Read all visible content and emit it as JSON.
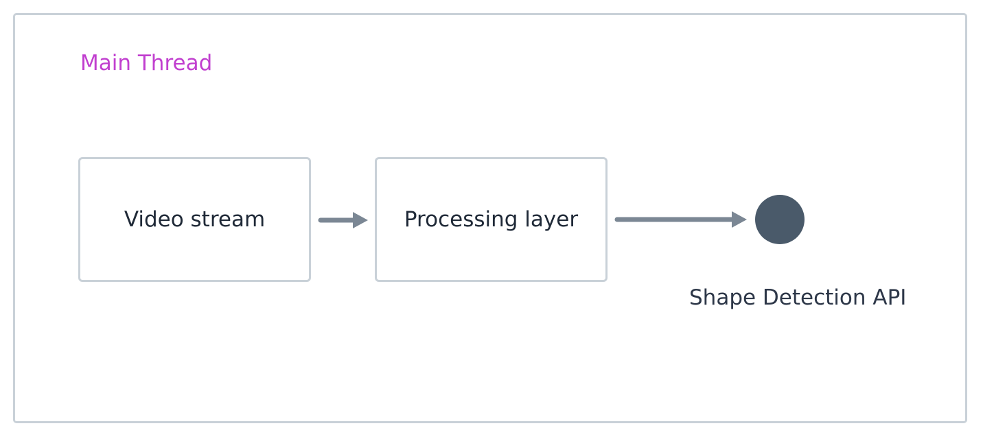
{
  "diagram": {
    "container": {
      "label": "Main Thread",
      "label_color": "#c13fcf",
      "border_color": "#c9d1d8"
    },
    "nodes": [
      {
        "id": "video",
        "label": "Video stream",
        "shape": "rectangle"
      },
      {
        "id": "processing",
        "label": "Processing layer",
        "shape": "rectangle"
      },
      {
        "id": "api",
        "label": "Shape Detection API",
        "shape": "circle",
        "fill": "#4a5a6a"
      }
    ],
    "edges": [
      {
        "from": "video",
        "to": "processing"
      },
      {
        "from": "processing",
        "to": "api"
      }
    ],
    "edge_color": "#7b8794"
  }
}
